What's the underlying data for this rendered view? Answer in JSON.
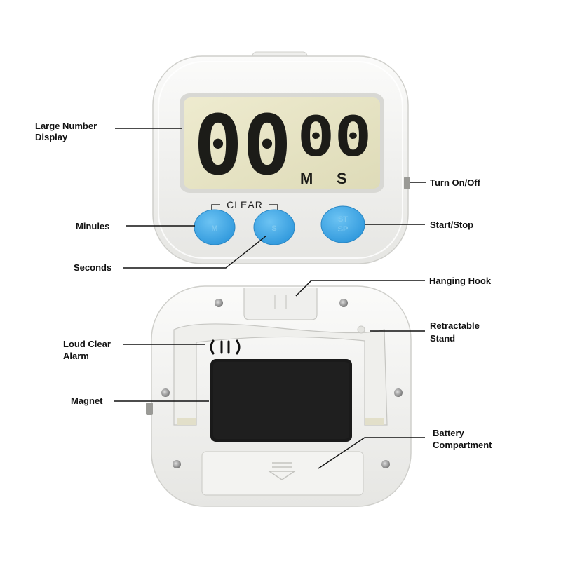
{
  "display": {
    "minutes_digits": "00",
    "seconds_digits": "00",
    "minutes_unit": "M",
    "seconds_unit": "S"
  },
  "buttons": {
    "clear_label": "CLEAR",
    "minutes_key": "M",
    "seconds_key": "S",
    "start_stop_top": "ST",
    "start_stop_bottom": "SP"
  },
  "labels": {
    "large_number_display_line1": "Large Number",
    "large_number_display_line2": "Display",
    "turn_on_off": "Turn On/Off",
    "minules": "Minules",
    "start_stop": "Start/Stop",
    "seconds": "Seconds",
    "hanging_hook": "Hanging Hook",
    "retractable_stand_line1": "Retractable",
    "retractable_stand_line2": "Stand",
    "loud_clear_alarm_line1": "Loud Clear",
    "loud_clear_alarm_line2": "Alarm",
    "magnet": "Magnet",
    "battery_compartment_line1": "Battery",
    "battery_compartment_line2": "Compartment"
  },
  "colors": {
    "button_blue": "#3aa8e8",
    "lcd_background": "#e9e6c6",
    "body_white": "#f6f6f4",
    "magnet_black": "#1a1a1a"
  },
  "icons": {
    "speaker": "speaker-grille-icon",
    "battery_arrow": "battery-open-arrow-icon"
  }
}
